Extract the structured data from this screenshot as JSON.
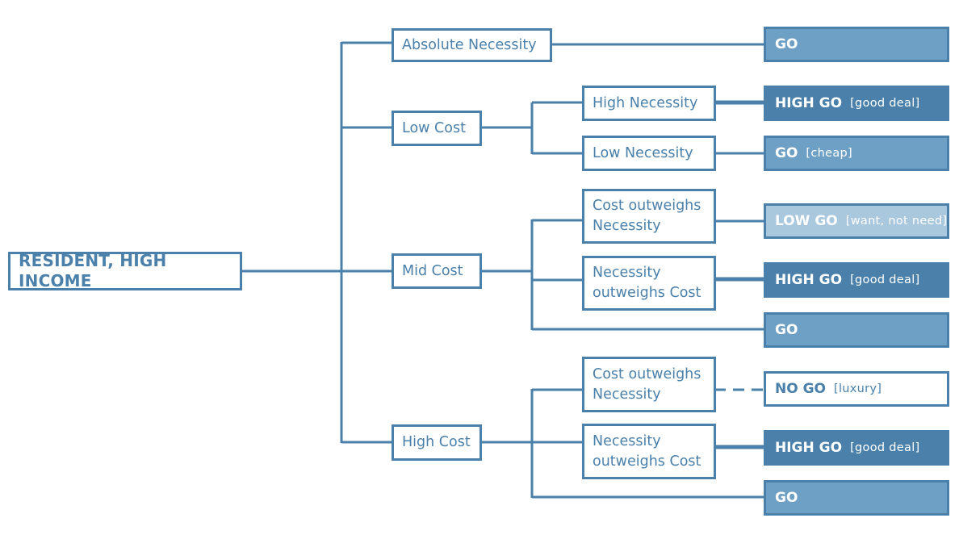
{
  "root": "RESIDENT, HIGH INCOME",
  "level1": {
    "absolute_necessity": "Absolute Necessity",
    "low_cost": "Low Cost",
    "mid_cost": "Mid Cost",
    "high_cost": "High Cost"
  },
  "level2": {
    "low_high_necessity": "High Necessity",
    "low_low_necessity": "Low Necessity",
    "mid_cost_outweighs": [
      "Cost outweighs",
      "Necessity"
    ],
    "mid_necessity_outweighs": [
      "Necessity",
      "outweighs Cost"
    ],
    "high_cost_outweighs": [
      "Cost outweighs",
      "Necessity"
    ],
    "high_necessity_outweighs": [
      "Necessity",
      "outweighs Cost"
    ]
  },
  "outcomes": {
    "o1": {
      "main": "GO",
      "note": ""
    },
    "o2": {
      "main": "HIGH GO",
      "note": "[good deal]"
    },
    "o3": {
      "main": "GO",
      "note": "[cheap]"
    },
    "o4": {
      "main": "LOW GO",
      "note": "[want, not need]"
    },
    "o5": {
      "main": "HIGH GO",
      "note": "[good deal]"
    },
    "o6": {
      "main": "GO",
      "note": ""
    },
    "o7": {
      "main": "NO GO",
      "note": "[luxury]"
    },
    "o8": {
      "main": "HIGH GO",
      "note": "[good deal]"
    },
    "o9": {
      "main": "GO",
      "note": ""
    }
  },
  "colors": {
    "stroke": "#4a80aa",
    "outcome_light": "#6e9fc4",
    "outcome_dark": "#4a80aa",
    "outcome_pale": "#a9c7dd"
  }
}
